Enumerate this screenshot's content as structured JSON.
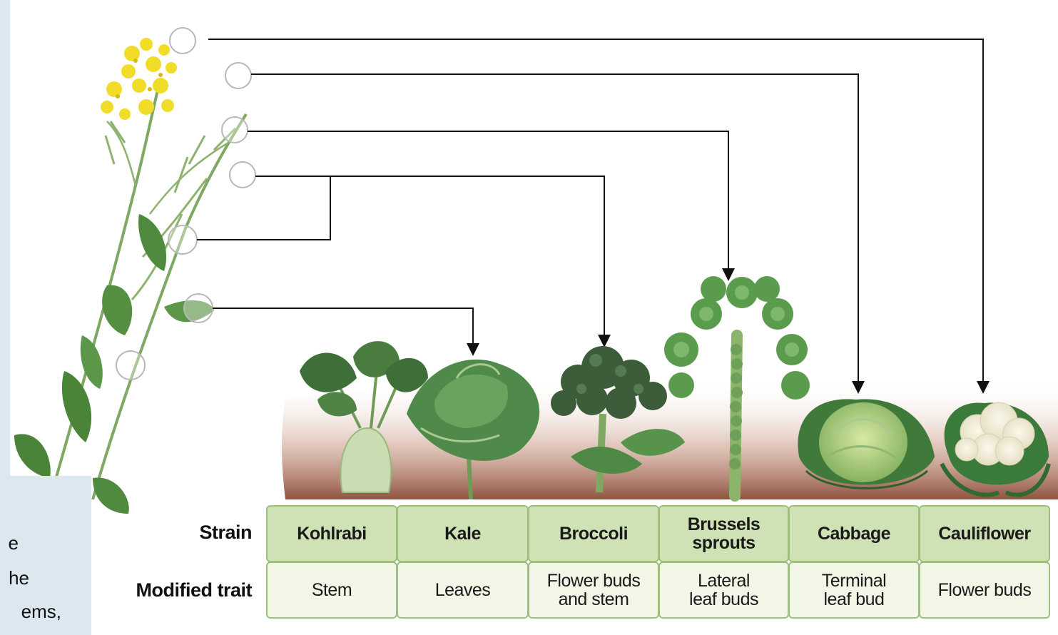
{
  "note_text": [
    "e",
    "he",
    "ems,"
  ],
  "table": {
    "row_labels": {
      "strain": "Strain",
      "trait": "Modified trait"
    },
    "columns": [
      {
        "strain": "Kohlrabi",
        "trait": "Stem"
      },
      {
        "strain": "Kale",
        "trait": "Leaves"
      },
      {
        "strain": "Broccoli",
        "trait": "Flower buds\nand stem"
      },
      {
        "strain": "Brussels\nsprouts",
        "trait": "Lateral\nleaf buds"
      },
      {
        "strain": "Cabbage",
        "trait": "Terminal\nleaf bud"
      },
      {
        "strain": "Cauliflower",
        "trait": "Flower buds"
      }
    ]
  },
  "colors": {
    "strain_fill": "#cfe2b5",
    "trait_fill": "#f1f6e7",
    "border": "#9fbf7e",
    "flower": "#f2dc2a",
    "leaf": "#4f8a3e",
    "soil": "#8a4a35",
    "side_panel": "#dbe8ef"
  },
  "icons": [
    "wild-mustard-plant-icon",
    "kohlrabi-icon",
    "kale-icon",
    "broccoli-icon",
    "brussels-sprouts-icon",
    "cabbage-icon",
    "cauliflower-icon"
  ]
}
